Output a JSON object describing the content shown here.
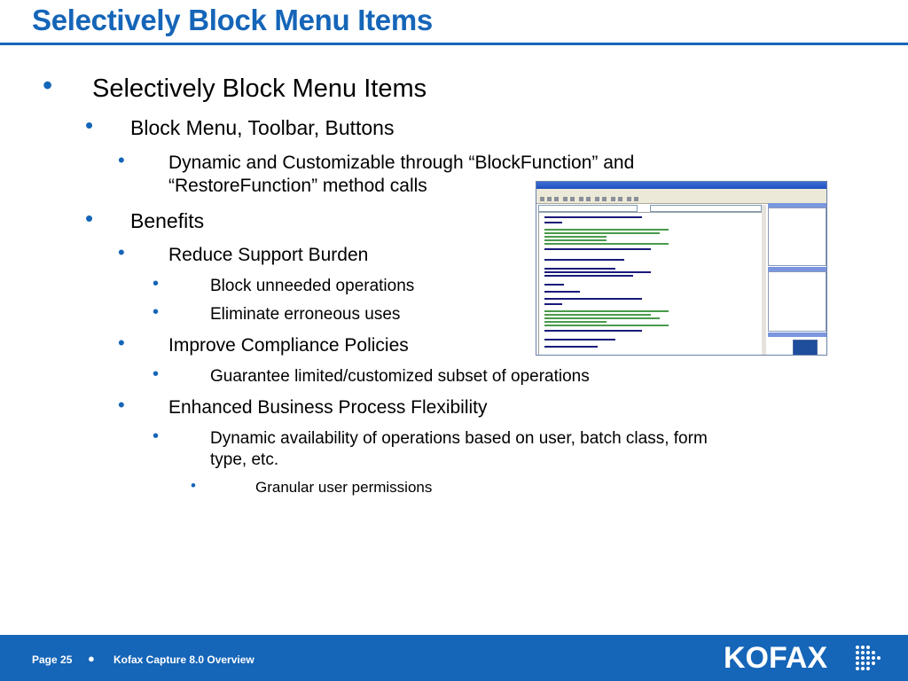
{
  "slide": {
    "title": "Selectively Block Menu Items"
  },
  "bullets": [
    {
      "level": 1,
      "text": "Selectively Block Menu Items"
    },
    {
      "level": 2,
      "text": "Block Menu, Toolbar, Buttons"
    },
    {
      "level": 3,
      "text": "Dynamic and Customizable through “BlockFunction” and",
      "text2": "“RestoreFunction” method calls"
    },
    {
      "level": 2,
      "text": "Benefits"
    },
    {
      "level": 3,
      "text": "Reduce Support Burden"
    },
    {
      "level": 4,
      "text": "Block unneeded operations"
    },
    {
      "level": 4,
      "text": "Eliminate erroneous uses"
    },
    {
      "level": 3,
      "text": "Improve Compliance Policies"
    },
    {
      "level": 4,
      "text": "Guarantee limited/customized subset of operations"
    },
    {
      "level": 3,
      "text": "Enhanced Business Process Flexibility"
    },
    {
      "level": 4,
      "text": "Dynamic availability of operations based on user, batch class, form",
      "text2": "type, etc."
    },
    {
      "level": 5,
      "text": "Granular user permissions"
    }
  ],
  "bullet_glyph": "•",
  "footer": {
    "page_label": "Page 25",
    "separator": "●",
    "presentation_title": "Kofax Capture 8.0 Overview",
    "logo_text": "KOFAX"
  },
  "colors": {
    "brand_blue": "#1565b8"
  },
  "icons": {
    "screenshot": "vb-editor-screenshot",
    "logo_dots": "kofax-dot-grid-icon"
  }
}
